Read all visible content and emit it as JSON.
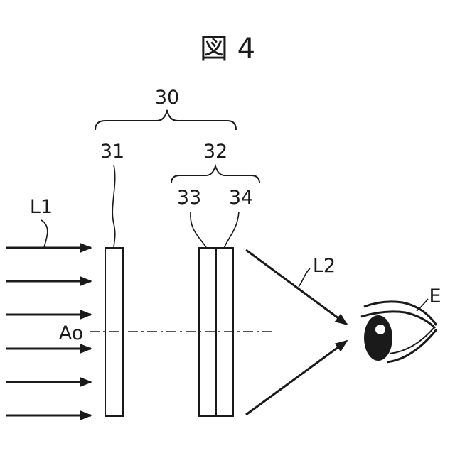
{
  "figure": {
    "title": "図 4",
    "labels": {
      "assembly": "30",
      "plate": "31",
      "stack": "32",
      "layer_a": "33",
      "layer_b": "34",
      "incident_light": "L1",
      "outgoing_light": "L2",
      "optical_axis": "Ao",
      "eye": "E"
    },
    "line_color": "#1a1a1a"
  }
}
